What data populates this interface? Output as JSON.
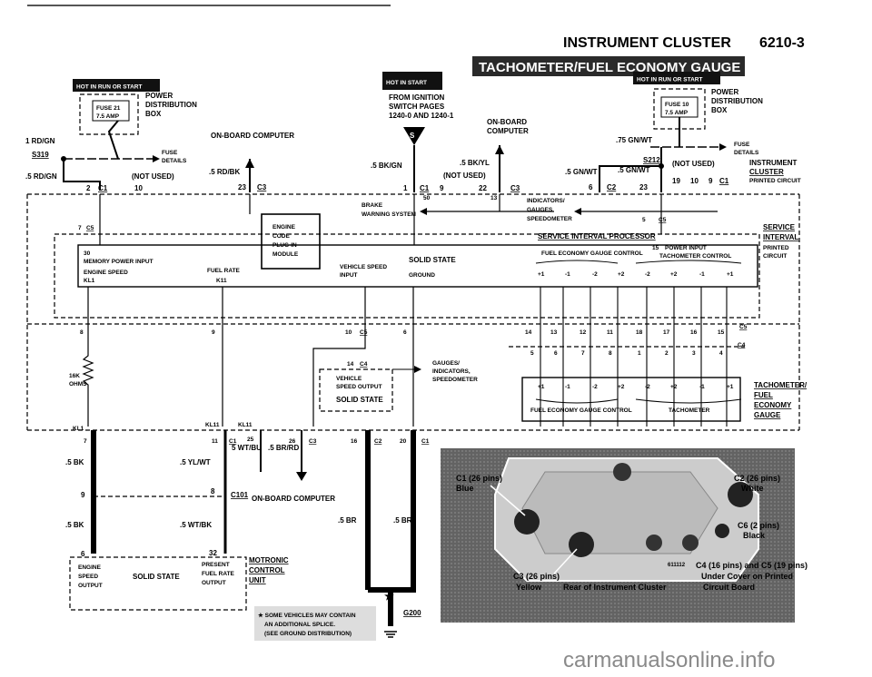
{
  "header": {
    "title": "INSTRUMENT CLUSTER",
    "page": "6210-3"
  },
  "section_title": "TACHOMETER/FUEL ECONOMY GAUGE",
  "badges": {
    "left": "HOT IN RUN OR START",
    "middle": "HOT IN START",
    "right": "HOT IN RUN OR START"
  },
  "fuse_left": {
    "fuse": "FUSE 21",
    "amp": "7.5 AMP",
    "pd1": "POWER",
    "pd2": "DISTRIBUTION",
    "pd3": "BOX",
    "details1": "FUSE",
    "details2": "DETAILS"
  },
  "fuse_right": {
    "fuse": "FUSE 10",
    "amp": "7.5 AMP",
    "pd1": "POWER",
    "pd2": "DISTRIBUTION",
    "pd3": "BOX",
    "details1": "FUSE",
    "details2": "DETAILS"
  },
  "left_wires": {
    "w1": "1 RD/GN",
    "splice": "S319",
    "w2": ".5 RD/GN",
    "notused": "(NOT USED)",
    "w3": ".5 RD/BK",
    "c1pin": "2",
    "c1": "C1",
    "p10": "10",
    "p23": "23",
    "c3": "C3"
  },
  "obc_top": "ON-BOARD COMPUTER",
  "ignition": {
    "l1": "FROM IGNITION",
    "l2": "SWITCH PAGES",
    "l3": "1240-0 AND 1240-1",
    "s": "S"
  },
  "middle_wires": {
    "w1": ".5 BK/GN",
    "w2": ".5 BK/YL",
    "notused": "(NOT USED)",
    "p1": "1",
    "c1": "C1",
    "p9": "9",
    "p22": "22",
    "c3": "C3",
    "obc1": "ON-BOARD",
    "obc2": "COMPUTER"
  },
  "right_wires": {
    "w1": ".75 GN/WT",
    "splice": "S212",
    "notused": "(NOT USED)",
    "w2": ".5 GN/WT",
    "w3": ".5 GN/WT",
    "p6": "6",
    "c2": "C2",
    "p23": "23",
    "p19": "19",
    "p10": "10",
    "p9": "9",
    "c1": "C1",
    "ic1": "INSTRUMENT",
    "ic2": "CLUSTER",
    "pc": "PRINTED CIRCUIT"
  },
  "brake": {
    "l1": "BRAKE",
    "l2": "WARNING SYSTEM",
    "p50": "50",
    "p13": "13",
    "g1": "INDICATORS/",
    "g2": "GAUGES",
    "g3": "SPEEDOMETER",
    "p5": "5",
    "c5": "C5"
  },
  "ecm": {
    "l1": "ENGINE",
    "l2": "CODE",
    "l3": "PLUG-IN",
    "l4": "MODULE",
    "p7": "7",
    "c5": "C5"
  },
  "processor": {
    "title": "SERVICE INTERVAL PROCESSOR",
    "left1": "30",
    "left2": "MEMORY POWER INPUT",
    "left3": "ENGINE SPEED",
    "left4": "KL1",
    "fuelrate": "FUEL RATE",
    "k11": "K11",
    "vs1": "VEHICLE SPEED",
    "vs2": "INPUT",
    "solid": "SOLID STATE",
    "ground": "GROUND",
    "fegc": "FUEL ECONOMY GAUGE CONTROL",
    "p15": "15",
    "pin": "POWER INPUT",
    "tc": "TACHOMETER CONTROL",
    "s1": "+1",
    "s2": "-1",
    "s3": "-2",
    "s4": "+2",
    "s5": "-2",
    "s6": "+2",
    "s7": "-1",
    "s8": "+1",
    "si1": "SERVICE",
    "si2": "INTERVAL",
    "si3": "PRINTED",
    "si4": "CIRCUIT"
  },
  "row_c5": {
    "p8": "8",
    "p9": "9",
    "p10": "10",
    "c5a": "C5",
    "p6": "6",
    "pins": [
      "14",
      "13",
      "12",
      "11",
      "18",
      "17",
      "16",
      "15"
    ],
    "c5": "C5"
  },
  "row_c4": {
    "pins": [
      "5",
      "6",
      "7",
      "8",
      "1",
      "2",
      "3",
      "4"
    ],
    "c4": "C4"
  },
  "vs_box": {
    "p14": "14",
    "c4": "C4",
    "l1": "VEHICLE",
    "l2": "SPEED OUTPUT",
    "l3": "SOLID STATE",
    "g1": "GAUGES/",
    "g2": "INDICATORS,",
    "g3": "SPEEDOMETER"
  },
  "resistor": {
    "l1": "16K",
    "l2": "OHMS"
  },
  "tach_box": {
    "s1": "+1",
    "s2": "-1",
    "s3": "-2",
    "s4": "+2",
    "s5": "-2",
    "s6": "+2",
    "s7": "-1",
    "s8": "+1",
    "fegc": "FUEL ECONOMY GAUGE CONTROL",
    "tach": "TACHOMETER",
    "t1": "TACHOMETER/",
    "t2": "FUEL",
    "t3": "ECONOMY",
    "t4": "GAUGE"
  },
  "bottom_conn": {
    "kl1a": "KL1",
    "kl1b": "KL11",
    "kl1c": "KL11",
    "p7": "7",
    "p11": "11",
    "c1": "C1",
    "p25": "25",
    "p26": "26",
    "c3": "C3",
    "p16": "16",
    "c2": "C2",
    "p20": "20",
    "c1b": "C1"
  },
  "bottom_wires": {
    "w1": ".5 BK",
    "w2": ".5 YL/WT",
    "w3": "5 WT/BU",
    "w4": ".5 BR/RD",
    "p9": "9",
    "p8": "8",
    "c101": "C101",
    "obc": "ON-BOARD COMPUTER",
    "w5": ".5 BK",
    "w6": ".5 WT/BK",
    "p6": "6",
    "p32": "32",
    "w7": ".5 BR",
    "w8": ".5 BR"
  },
  "motronic": {
    "l1": "ENGINE",
    "l2": "SPEED",
    "l3": "OUTPUT",
    "solid": "SOLID STATE",
    "r1": "PRESENT",
    "r2": "FUEL RATE",
    "r3": "OUTPUT",
    "m1": "MOTRONIC",
    "m2": "CONTROL",
    "m3": "UNIT"
  },
  "note": {
    "l1": "SOME VEHICLES MAY CONTAIN",
    "l2": "AN ADDITIONAL SPLICE.",
    "l3": "(SEE GROUND DISTRIBUTION)",
    "g": "G200"
  },
  "photo": {
    "c1": "C1 (26 pins)",
    "c1b": "Blue",
    "c2": "C2 (26 pins)",
    "c2b": "White",
    "c6": "C6 (2 pins)",
    "c6b": "Black",
    "c3": "C3 (26 pins)",
    "c3b": "Yellow",
    "rear": "Rear of Instrument Cluster",
    "num": "611112",
    "c45": "C4 (16 pins) and C5 (19 pins)",
    "under": "Under Cover on Printed",
    "cb": "Circuit Board"
  },
  "watermark": "carmanualsonline.info"
}
